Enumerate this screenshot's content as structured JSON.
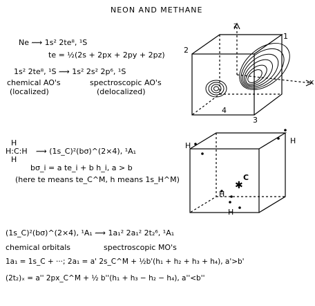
{
  "title": "NEON AND METHANE",
  "neon": {
    "line1": "Ne ⟿ 1s² 2te⁸, ¹S",
    "line2": "te = ½(2s + 2px + 2py + 2pz)",
    "line3": "1s² 2te⁸, ¹S ⟿ 1s² 2s² 2p⁶, ¹S",
    "label_left_1": "chemical AO's",
    "label_left_2": "(localized)",
    "label_right_1": "spectroscopic AO's",
    "label_right_2": "(delocalized)"
  },
  "cube1": {
    "axis_z": "z",
    "axis_x": "x",
    "c1": "1",
    "c2": "2",
    "c3": "3",
    "c4": "4"
  },
  "methane": {
    "h_top": "H",
    "h_mid": "H:C:H",
    "h_bottom": "H",
    "formula": "⟿ (1s_C)²(bσ)^(2×4), ¹A₁",
    "line2": "bσ_i = a te_i + b h_i, a > b",
    "line3": "(here te means te_C^M, h means 1s_H^M)"
  },
  "cube2": {
    "H1": "H",
    "H2": "H",
    "H3": "H",
    "H4": "H",
    "C": "C",
    "star": "✱"
  },
  "bottom": {
    "line1": "(1s_C)²(bσ)^(2×4), ¹A₁ ⟿ 1a₁² 2a₁² 2t₂⁶, ¹A₁",
    "label_left": "chemical orbitals",
    "label_right": "spectroscopic MO's",
    "line3": "1a₁ = 1s_C + ···; 2a₁ = a' 2s_C^M + ½b'(h₁ + h₂ + h₃ + h₄), a'>b'",
    "line4": "(2t₂)ₓ = a'' 2px_C^M + ½ b''(h₁ + h₃ − h₂ − h₄), a''<b''"
  }
}
